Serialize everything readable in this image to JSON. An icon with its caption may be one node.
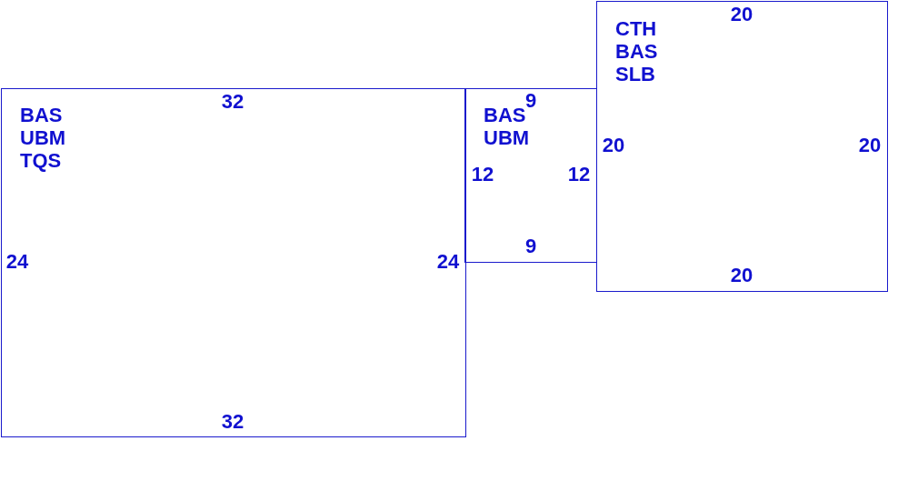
{
  "diagram": {
    "nodes": [
      {
        "text": [
          "BAS",
          "UBM",
          "TQS",
          "32",
          "24",
          "24",
          "32"
        ]
      },
      {
        "text": [
          "BAS",
          "UBM",
          "9",
          "12",
          "12",
          "9"
        ]
      },
      {
        "text": [
          "CTH",
          "BAS",
          "SLB",
          "20",
          "20",
          "20",
          "20"
        ]
      }
    ]
  }
}
